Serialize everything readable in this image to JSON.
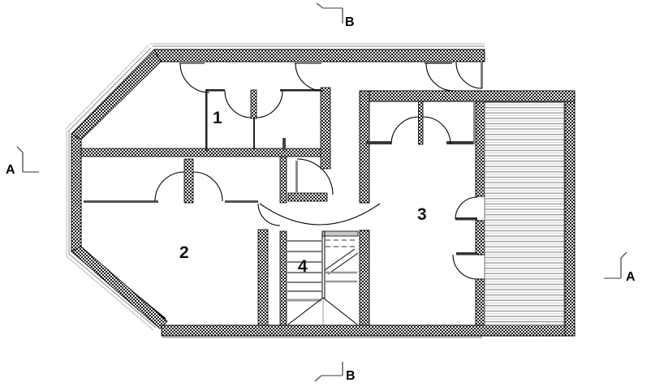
{
  "plan": {
    "kind": "architectural floor plan",
    "rooms": [
      {
        "label": "1"
      },
      {
        "label": "2"
      },
      {
        "label": "3"
      },
      {
        "label": "4"
      }
    ],
    "section_markers": [
      {
        "label": "A",
        "position": "left"
      },
      {
        "label": "B",
        "position": "top"
      },
      {
        "label": "A",
        "position": "right"
      },
      {
        "label": "B",
        "position": "bottom"
      }
    ],
    "colors": {
      "background": "#ffffff",
      "wall_line": "#000000",
      "shadow_line": "#9c9c9c",
      "deck_stripe_dark": "#989898",
      "deck_stripe_light": "#cfcfcf",
      "door_leaf": "#7a7a7a",
      "stair_gray": "#999999"
    }
  }
}
